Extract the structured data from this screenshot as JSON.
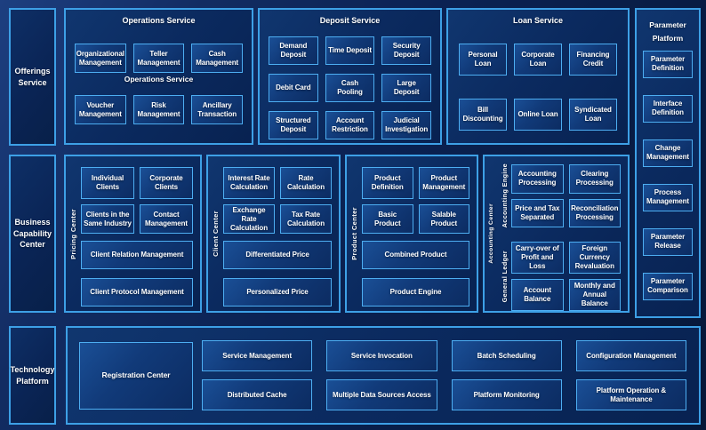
{
  "colors": {
    "background": "#0b2253",
    "panel_fill": "#0b2a5f",
    "panel_border": "#3da0e6",
    "box_border": "#4daef2",
    "text": "#ffffff"
  },
  "left_rail": {
    "offerings": "Offerings Service",
    "business": "Business Capability Center",
    "technology": "Technology Platform"
  },
  "operations": {
    "title": "Operations Service",
    "mid_label": "Operations Service",
    "row1": [
      "Organizational Management",
      "Teller Management",
      "Cash Management"
    ],
    "row2": [
      "Voucher Management",
      "Risk Management",
      "Ancillary Transaction"
    ]
  },
  "deposit": {
    "title": "Deposit Service",
    "row1": [
      "Demand Deposit",
      "Time Deposit",
      "Security Deposit"
    ],
    "row2": [
      "Debit Card",
      "Cash Pooling",
      "Large Deposit"
    ],
    "row3": [
      "Structured Deposit",
      "Account Restriction",
      "Judicial Investigation"
    ]
  },
  "loan": {
    "title": "Loan Service",
    "row1": [
      "Personal Loan",
      "Corporate Loan",
      "Financing Credit"
    ],
    "row2": [
      "Bill Discounting",
      "Online Loan",
      "Syndicated Loan"
    ]
  },
  "parameter": {
    "title_line1": "Parameter",
    "title_line2": "Platform",
    "items": [
      "Parameter Definition",
      "Interface Definition",
      "Change Management",
      "Process Management",
      "Parameter Release",
      "Parameter Comparison"
    ]
  },
  "pricing": {
    "side_label": "Pricing Center",
    "row1": [
      "Individual Clients",
      "Corporate Clients"
    ],
    "row2": [
      "Clients in the Same Industry",
      "Contact Management"
    ],
    "wide1": "Client Relation Management",
    "wide2": "Client Protocol Management"
  },
  "client": {
    "side_label": "Client Center",
    "row1": [
      "Interest Rate Calculation",
      "Rate Calculation"
    ],
    "row2": [
      "Exchange Rate Calculation",
      "Tax Rate Calculation"
    ],
    "wide1": "Differentiated Price",
    "wide2": "Personalized Price"
  },
  "product": {
    "side_label": "Product Center",
    "row1": [
      "Product Definition",
      "Product Management"
    ],
    "row2": [
      "Basic Product",
      "Salable Product"
    ],
    "wide1": "Combined Product",
    "wide2": "Product Engine"
  },
  "accounting": {
    "side_label": "Accounting Center",
    "engine": {
      "side_label": "Accounting Engine",
      "boxes": [
        "Accounting Processing",
        "Clearing Processing",
        "Price and Tax Separated",
        "Reconciliation Processing"
      ]
    },
    "ledger": {
      "side_label": "General Ledger",
      "boxes": [
        "Carry-over of Profit and Loss",
        "Foreign Currency Revaluation",
        "Account Balance",
        "Monthly and Annual Balance"
      ]
    }
  },
  "technology": {
    "registration": "Registration Center",
    "columns": [
      [
        "Service Management",
        "Distributed Cache"
      ],
      [
        "Service Invocation",
        "Multiple Data Sources Access"
      ],
      [
        "Batch Scheduling",
        "Platform Monitoring"
      ],
      [
        "Configuration Management",
        "Platform Operation & Maintenance"
      ]
    ]
  }
}
